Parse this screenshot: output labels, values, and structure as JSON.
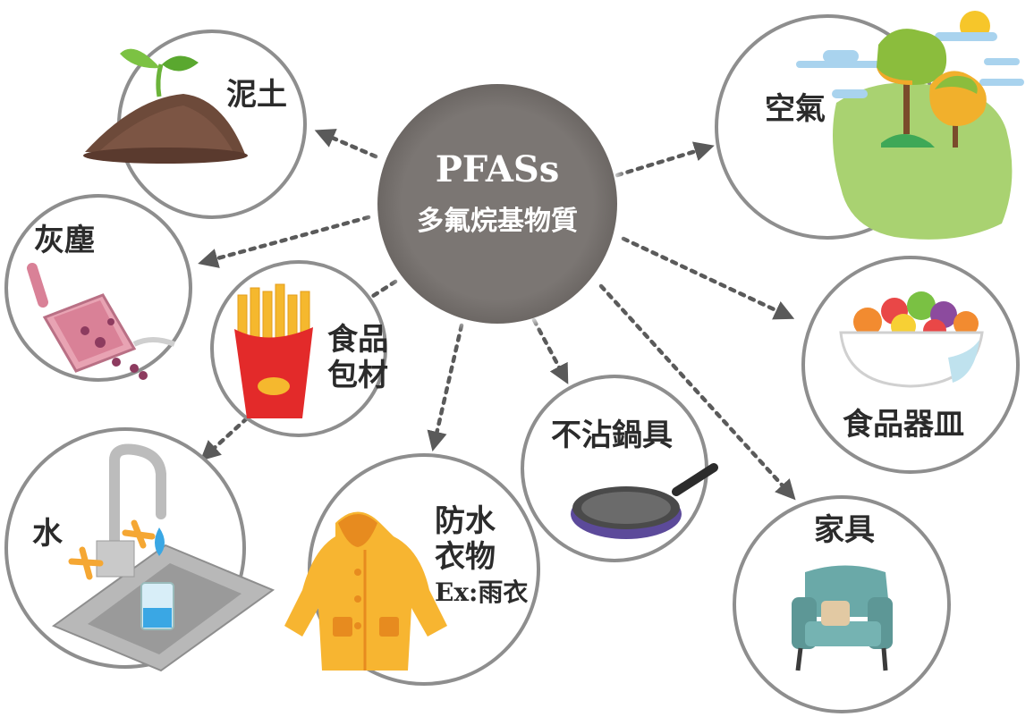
{
  "center": {
    "title": "PFASs",
    "subtitle": "多氟烷基物質"
  },
  "nodes": {
    "soil": "泥土",
    "air": "空氣",
    "dust": "灰塵",
    "food_packaging_1": "食品",
    "food_packaging_2": "包材",
    "tableware": "食品器皿",
    "water": "水",
    "waterproof_1": "防水",
    "waterproof_2": "衣物",
    "waterproof_3": "Ex:雨衣",
    "cookware": "不沾鍋具",
    "furniture": "家具"
  },
  "colors": {
    "center_fill": "#7b7673",
    "ring": "#8e8e8e",
    "arrow": "#5a5a5a"
  },
  "icons": [
    "sprout-soil-icon",
    "tree-landscape-icon",
    "dustpan-icon",
    "french-fries-icon",
    "salad-bowl-icon",
    "sink-faucet-icon",
    "raincoat-icon",
    "frying-pan-icon",
    "armchair-icon"
  ]
}
